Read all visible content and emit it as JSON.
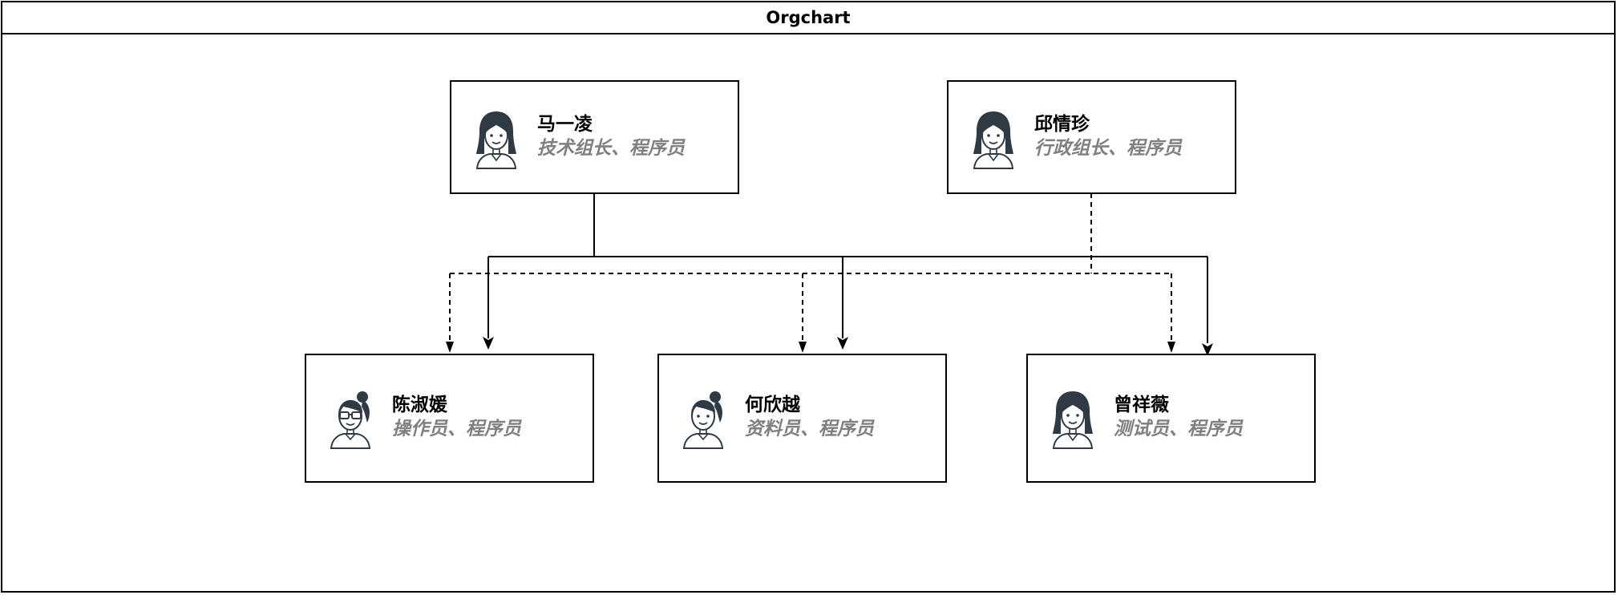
{
  "diagram": {
    "title": "Orgchart",
    "people": {
      "ma_yiling": {
        "name": "马一凌",
        "role": "技术组长、程序员",
        "avatar_icon": "woman-long-hair-icon"
      },
      "qiu_qingzhen": {
        "name": "邱情珍",
        "role": "行政组长、程序员",
        "avatar_icon": "woman-long-hair-icon"
      },
      "chen_shuyuan": {
        "name": "陈淑媛",
        "role": "操作员、程序员",
        "avatar_icon": "woman-ponytail-glasses-icon"
      },
      "he_xinyue": {
        "name": "何欣越",
        "role": "资料员、程序员",
        "avatar_icon": "woman-ponytail-icon"
      },
      "zeng_xiangwei": {
        "name": "曾祥薇",
        "role": "测试员、程序员",
        "avatar_icon": "woman-long-hair-icon"
      }
    },
    "relations": [
      {
        "from": "ma_yiling",
        "to": "chen_shuyuan",
        "style": "solid"
      },
      {
        "from": "ma_yiling",
        "to": "he_xinyue",
        "style": "solid"
      },
      {
        "from": "ma_yiling",
        "to": "zeng_xiangwei",
        "style": "solid"
      },
      {
        "from": "qiu_qingzhen",
        "to": "chen_shuyuan",
        "style": "dashed"
      },
      {
        "from": "qiu_qingzhen",
        "to": "he_xinyue",
        "style": "dashed"
      },
      {
        "from": "qiu_qingzhen",
        "to": "zeng_xiangwei",
        "style": "dashed"
      }
    ],
    "colors": {
      "line": "#000000",
      "name": "#000000",
      "role": "#808080",
      "avatar": "#2f3a45"
    }
  }
}
